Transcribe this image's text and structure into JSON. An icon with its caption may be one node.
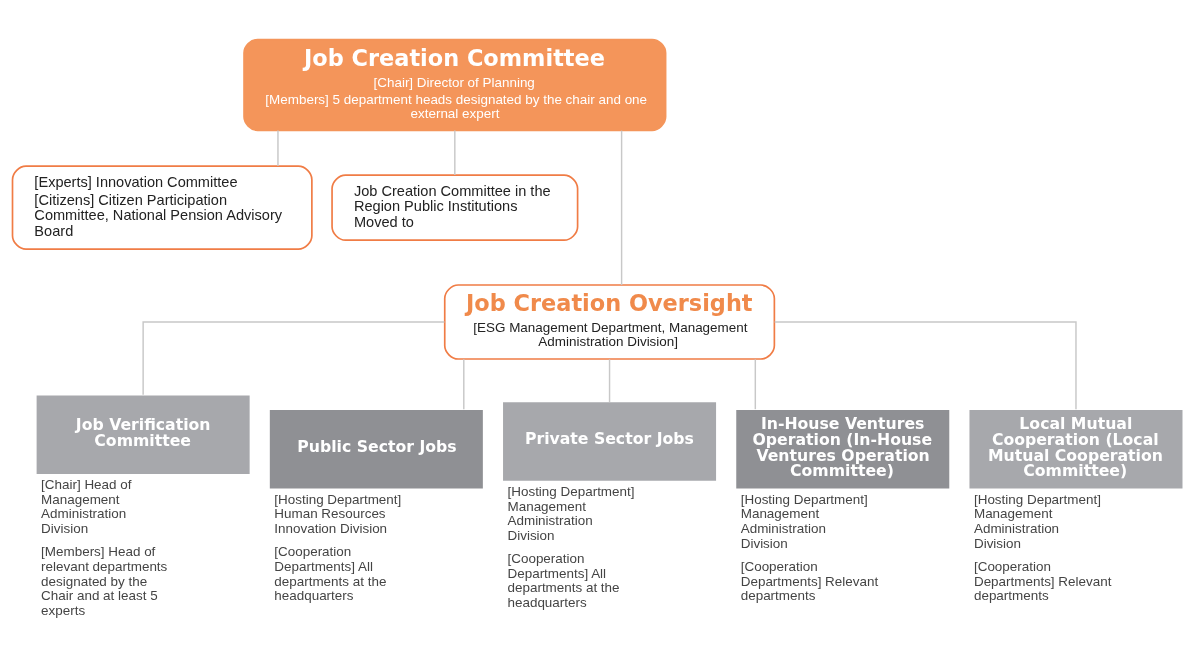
{
  "diagram": {
    "nodes": [
      {
        "text": [
          "Job Creation Committee",
          "[Chair] Director of Planning",
          "[Members] 5 department heads designated by the chair and one external expert"
        ]
      },
      {
        "text": [
          "[Experts] Innovation Committee",
          "[Citizens] Citizen Participation Committee, National Pension Advisory Board"
        ]
      },
      {
        "text": [
          "Job Creation Committee in the Region Public Institutions Moved to"
        ]
      },
      {
        "text": [
          "Job Creation Oversight",
          "[ESG Management Department, Management Administration Division]"
        ]
      },
      {
        "text": [
          "Job Verification Committee"
        ],
        "beside": [
          "[Chair] Head of Management Administration Division",
          "[Members] Head of relevant departments designated by the Chair and at least 5 experts"
        ]
      },
      {
        "text": [
          "Public Sector Jobs"
        ],
        "beside": [
          "[Hosting Department] Human Resources Innovation Division",
          "[Cooperation Departments] All departments at the headquarters"
        ]
      },
      {
        "text": [
          "Private Sector Jobs"
        ],
        "beside": [
          "[Hosting Department] Management Administration Division",
          "[Cooperation Departments] All departments at the headquarters"
        ]
      },
      {
        "text": [
          "In-House Ventures Operation (In-House Ventures Operation Committee)"
        ],
        "beside": [
          "[Hosting Department] Management Administration Division",
          "[Cooperation Departments] Relevant departments"
        ]
      },
      {
        "text": [
          "Local Mutual Cooperation (Local Mutual Cooperation Committee)"
        ],
        "beside": [
          "[Hosting Department] Management Administration Division",
          "[Cooperation Departments] Relevant departments"
        ]
      }
    ],
    "edges": [
      {
        "from": 0,
        "to": 1,
        "arrow": "none"
      },
      {
        "from": 0,
        "to": 2,
        "arrow": "none"
      },
      {
        "from": 0,
        "to": 3,
        "arrow": "none"
      },
      {
        "from": 3,
        "to": 4,
        "arrow": "none"
      },
      {
        "from": 3,
        "to": 5,
        "arrow": "none"
      },
      {
        "from": 3,
        "to": 6,
        "arrow": "none"
      },
      {
        "from": 3,
        "to": 7,
        "arrow": "none"
      },
      {
        "from": 3,
        "to": 8,
        "arrow": "none"
      }
    ]
  }
}
